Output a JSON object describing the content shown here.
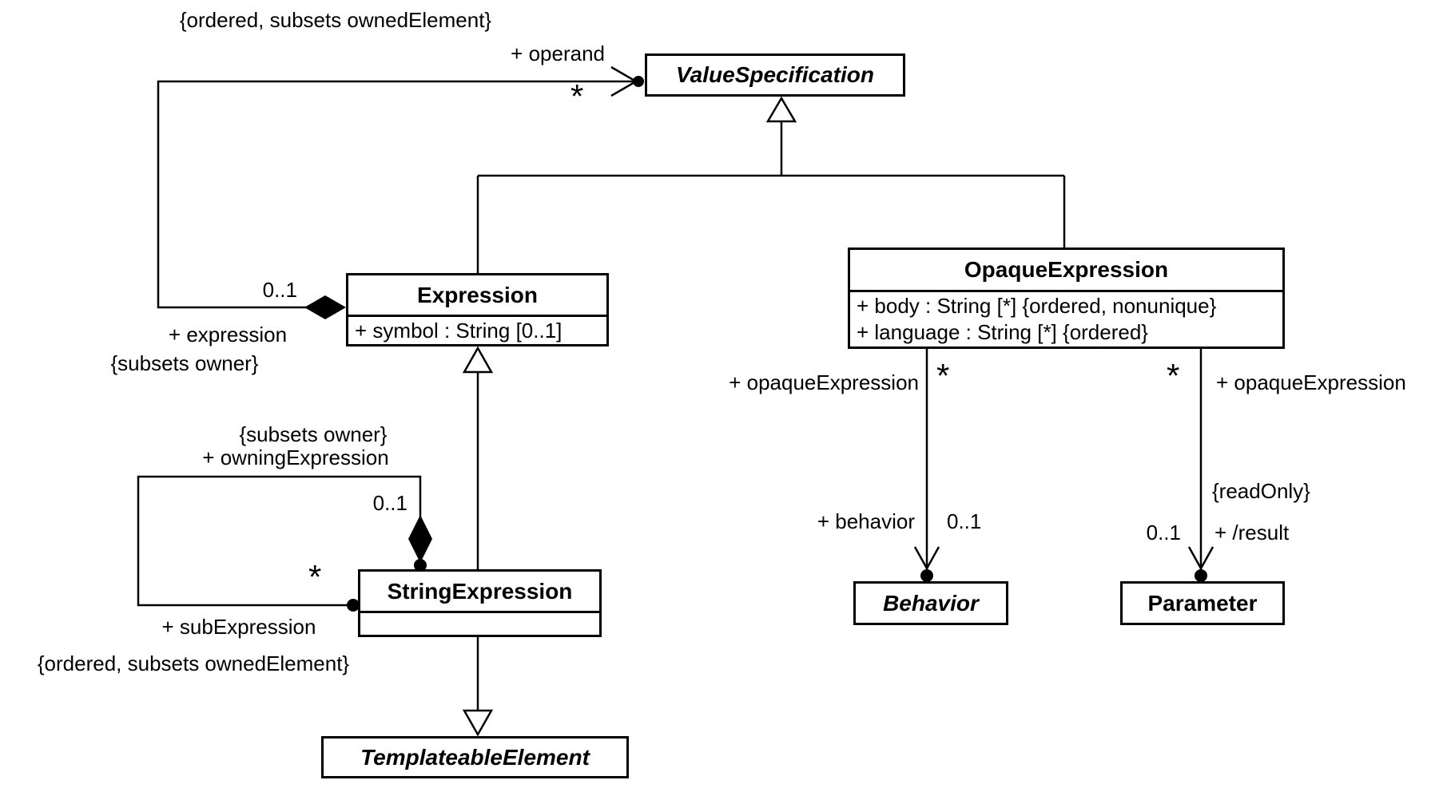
{
  "classes": {
    "value_specification": {
      "name": "ValueSpecification",
      "abstract": true
    },
    "expression": {
      "name": "Expression",
      "abstract": false,
      "attributes": [
        "+ symbol : String [0..1]"
      ]
    },
    "opaque_expression": {
      "name": "OpaqueExpression",
      "abstract": false,
      "attributes": [
        "+ body : String [*] {ordered, nonunique}",
        "+ language : String [*] {ordered}"
      ]
    },
    "string_expression": {
      "name": "StringExpression",
      "abstract": false
    },
    "templateable_element": {
      "name": "TemplateableElement",
      "abstract": true
    },
    "behavior": {
      "name": "Behavior",
      "abstract": true
    },
    "parameter": {
      "name": "Parameter",
      "abstract": false
    }
  },
  "associations": {
    "operand": {
      "constraint": "{ordered, subsets ownedElement}",
      "role": "+ operand",
      "multiplicity": "*",
      "owner_multiplicity": "0..1",
      "owner_role": "+ expression",
      "owner_constraint": "{subsets owner}"
    },
    "sub_expression": {
      "owner_constraint": "{subsets owner}",
      "owner_role": "+ owningExpression",
      "owner_multiplicity": "0..1",
      "multiplicity": "*",
      "role": "+ subExpression",
      "constraint": "{ordered, subsets ownedElement}"
    },
    "behavior": {
      "opaque_role": "+ opaqueExpression",
      "opaque_multiplicity": "*",
      "behavior_role": "+ behavior",
      "behavior_multiplicity": "0..1"
    },
    "result": {
      "opaque_multiplicity": "*",
      "opaque_role": "+ opaqueExpression",
      "constraint": "{readOnly}",
      "result_role": "+ /result",
      "result_multiplicity": "0..1"
    }
  },
  "colors": {
    "line": "#000000",
    "background": "#ffffff",
    "box_fill": "#ffffff"
  }
}
